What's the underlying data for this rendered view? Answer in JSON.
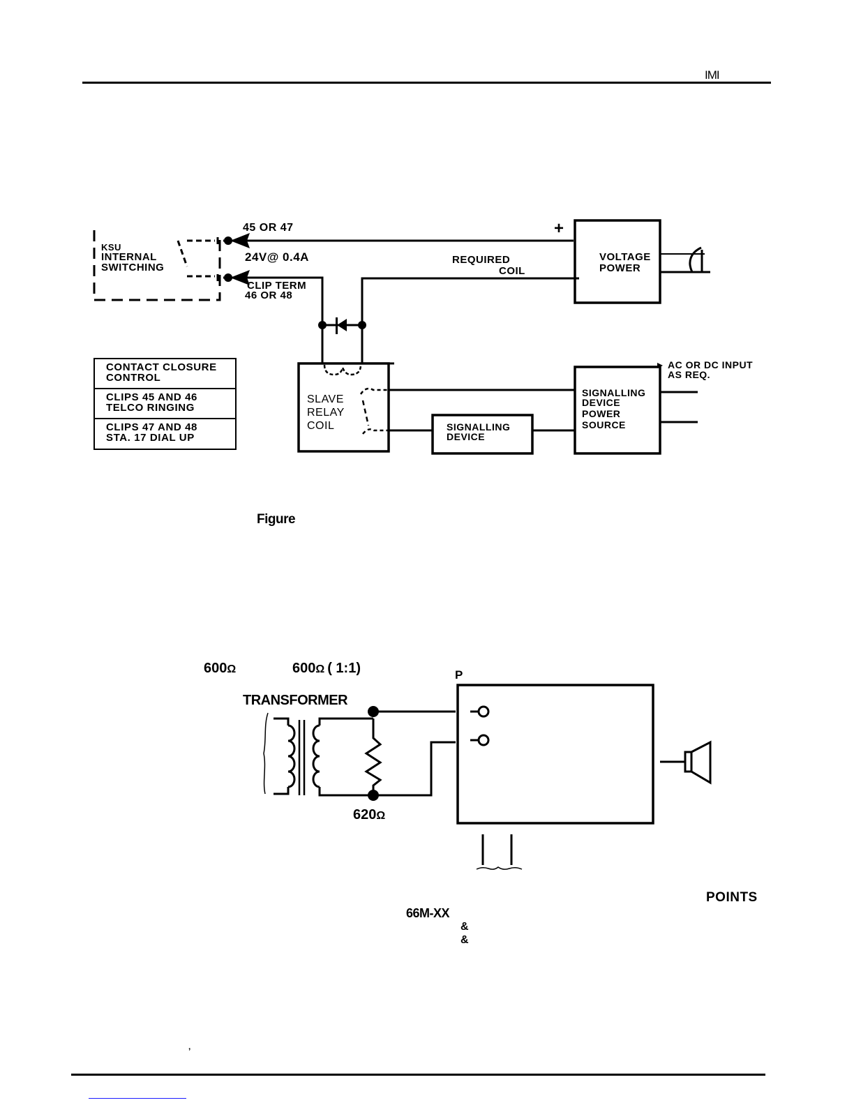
{
  "header": {
    "mark": "IMI"
  },
  "figure1": {
    "ksu_label": [
      "KSU",
      "INTERNAL",
      "SWITCHING"
    ],
    "clip_top": "45 OR 47",
    "rating": "24V@ 0.4A",
    "clip_bottom": [
      "CLIP TERM",
      "46  OR 48"
    ],
    "plus_sign": "+",
    "required_coil": [
      "REQUIRED",
      "COIL"
    ],
    "voltage_power": [
      "VOLTAGE",
      "POWER"
    ],
    "legend": [
      "CONTACT CLOSURE\nCONTROL",
      "CLIPS 45  AND 46\nTELCO RINGING",
      "CLIPS 47 AND  48\nSTA. 17 DIAL UP"
    ],
    "slave_relay": [
      "SLAVE",
      "RELAY",
      "COIL"
    ],
    "signalling_device": [
      "SIGNALLING",
      "DEVICE"
    ],
    "power_source": [
      "SIGNALLING",
      "DEVICE",
      "POWER",
      "SOURCE"
    ],
    "ac_dc_input": [
      "AC OR DC INPUT",
      "AS REQ."
    ],
    "caption": "Figure"
  },
  "figure2": {
    "impedance_primary": "600",
    "impedance_secondary": "600",
    "ratio": "( 1:1)",
    "ohm_symbol": "Ω",
    "transformer_label": "TRANSFORMER",
    "resistor_value": "620",
    "port_label": "P",
    "points_label": "POINTS",
    "block_label": "66M-XX",
    "ampersand_1": "&",
    "ampersand_2": "&"
  },
  "footer": {
    "mark": "’"
  }
}
